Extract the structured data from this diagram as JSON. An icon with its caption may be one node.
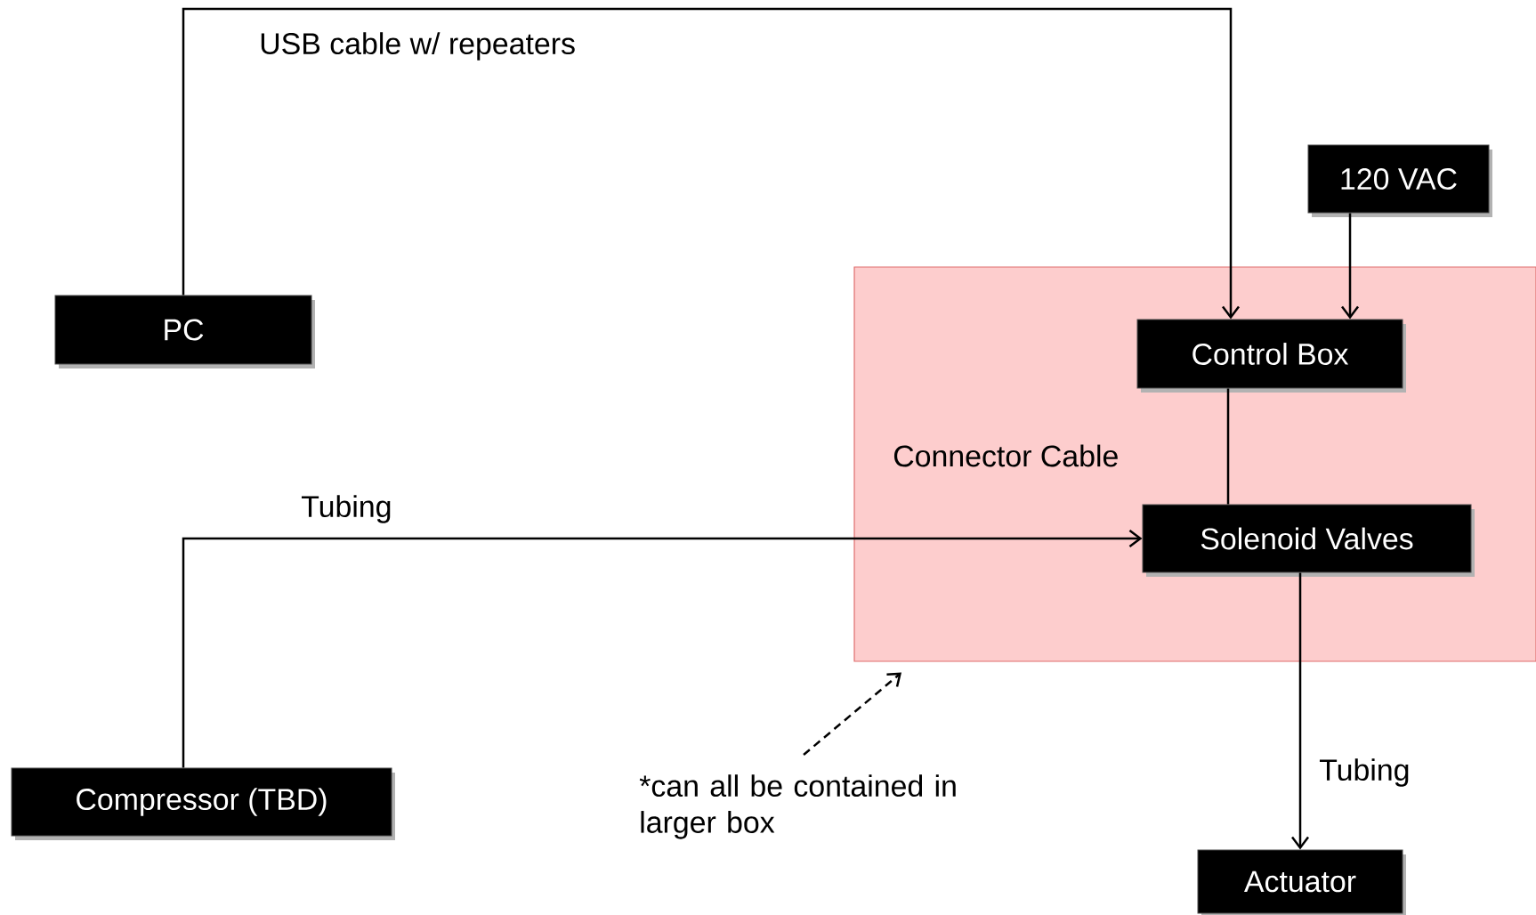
{
  "diagram": {
    "nodes": [
      {
        "text": [
          "PC"
        ]
      },
      {
        "text": [
          "120 VAC"
        ]
      },
      {
        "text": [],
        "shape": "box"
      },
      {
        "text": [
          "Control Box"
        ],
        "in": 2
      },
      {
        "text": [
          "Solenoid Valves"
        ],
        "in": 2
      },
      {
        "text": [
          "Compressor (TBD)"
        ]
      },
      {
        "text": [
          "*can all be contained in larger box"
        ]
      },
      {
        "text": [
          "Actuator"
        ]
      }
    ],
    "edges": [
      {
        "from": 0,
        "to": 3,
        "arrow": "to",
        "label": "USB cable w/ repeaters"
      },
      {
        "from": 1,
        "to": 3,
        "arrow": "to"
      },
      {
        "from": 3,
        "to": 4,
        "arrow": "none",
        "label": "Connector Cable"
      },
      {
        "from": 5,
        "to": 4,
        "arrow": "to",
        "label": "Tubing"
      },
      {
        "from": 4,
        "to": 7,
        "arrow": "to",
        "label": "Tubing"
      },
      {
        "from": 6,
        "to": 2,
        "arrow": "to",
        "style": "dashed"
      }
    ]
  }
}
